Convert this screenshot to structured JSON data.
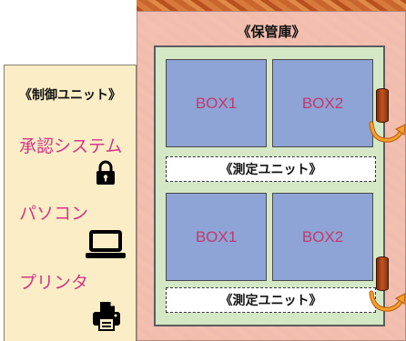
{
  "storage": {
    "title": "《保管庫》"
  },
  "boxes": [
    {
      "label": "BOX1"
    },
    {
      "label": "BOX2"
    },
    {
      "label": "BOX1"
    },
    {
      "label": "BOX2"
    }
  ],
  "measure_units": [
    {
      "label": "《測定ユニット》"
    },
    {
      "label": "《測定ユニット》"
    }
  ],
  "control": {
    "title": "《制御ユニット》",
    "items": [
      {
        "label": "承認システム",
        "icon": "lock-icon"
      },
      {
        "label": "パソコン",
        "icon": "laptop-icon"
      },
      {
        "label": "プリンタ",
        "icon": "printer-icon"
      }
    ]
  },
  "colors": {
    "box_fill": "#8ea4d6",
    "box_text": "#c23a6c",
    "item_text": "#d63686",
    "panel_green": "#d4e8c6",
    "cabinet_pink": "#f4c4b8",
    "control_cream": "#fbeec6"
  }
}
